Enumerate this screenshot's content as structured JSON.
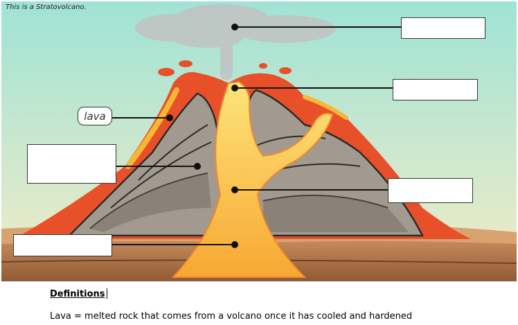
{
  "caption": "This is a Stratovolcano.",
  "labels": {
    "lava": "lava"
  },
  "blank_boxes": [
    "",
    "",
    "",
    "",
    ""
  ],
  "definitions": {
    "heading": "Definitions",
    "items": [
      "Lava = melted rock that comes from a volcano once it has cooled and hardened"
    ]
  },
  "colors": {
    "sky_top": "#9fe3d6",
    "sky_bottom": "#f4ecc6",
    "lava_outer": "#e8502a",
    "lava_inner": "#f7b733",
    "lava_core": "#fde47a",
    "rock_dark": "#7a7268",
    "rock_light": "#a39a8f",
    "ground_top": "#c58a5a",
    "ground_bottom": "#8f5a35",
    "smoke": "#bdbdbd"
  }
}
